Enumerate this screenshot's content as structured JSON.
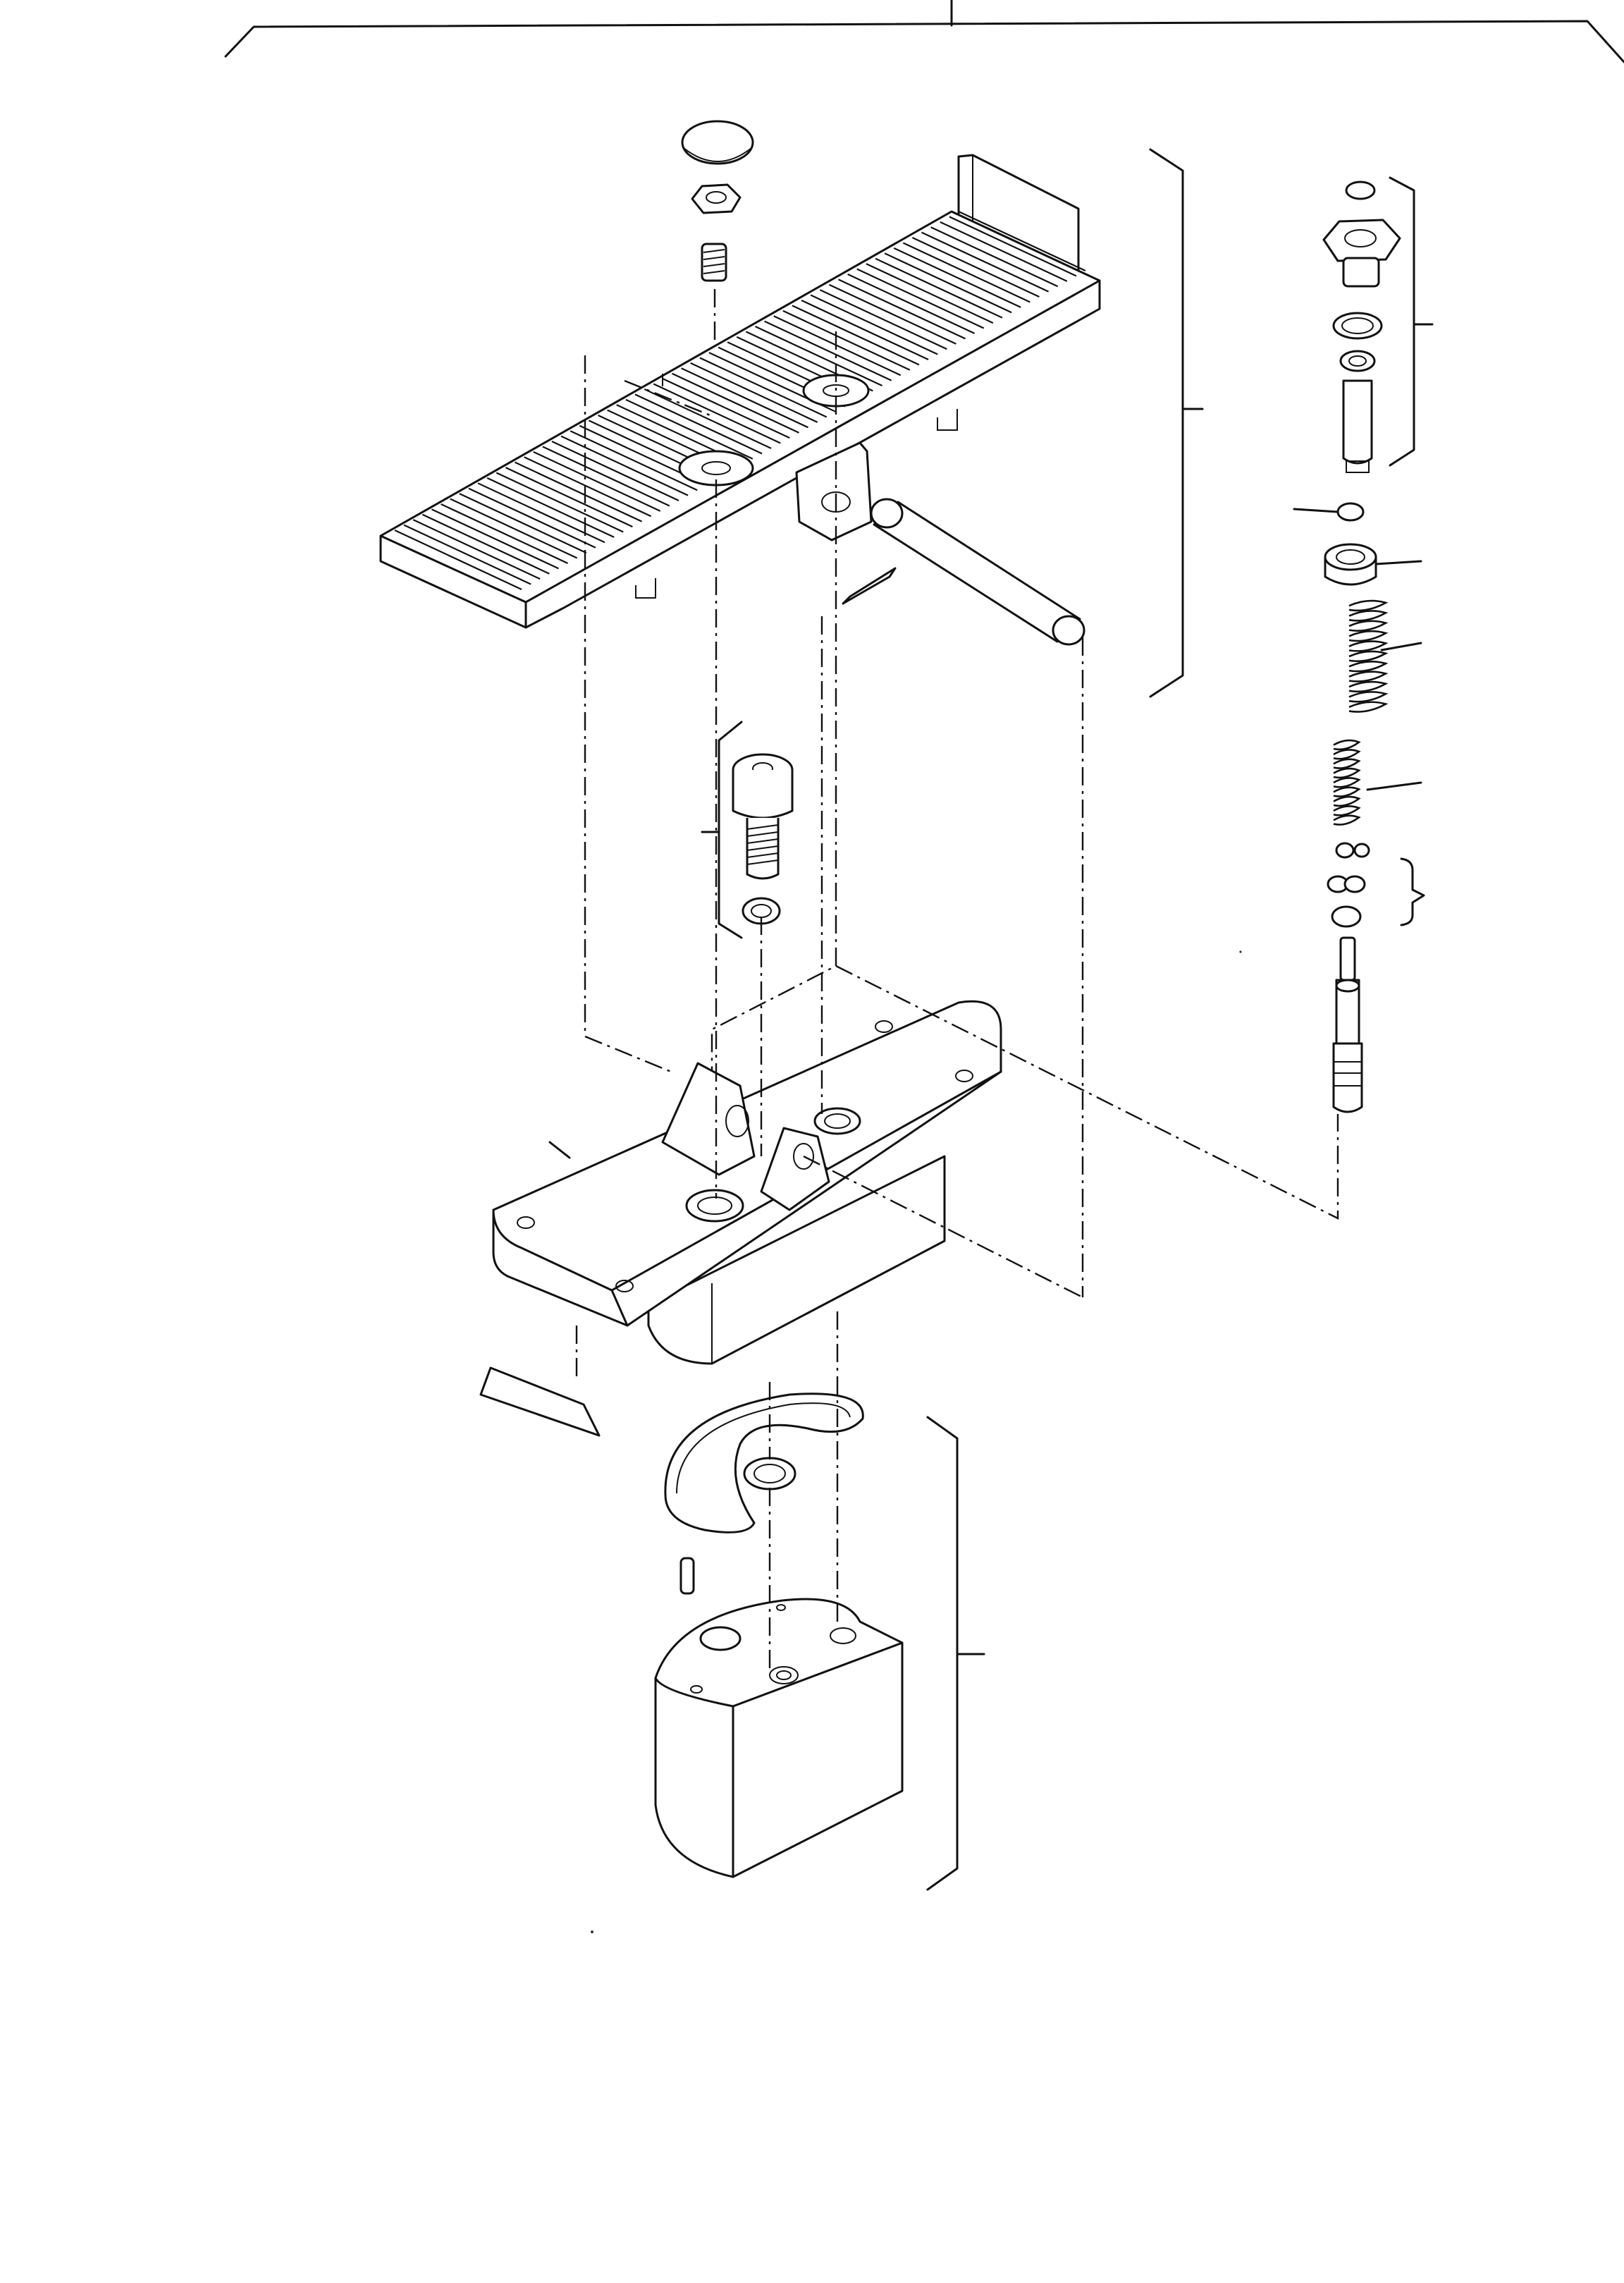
{
  "diagram": {
    "kind": "exploded-parts-view",
    "components": [
      "pedal-cap",
      "lock-nut",
      "set-screw",
      "pedal-plate",
      "pivot-pin",
      "spring-pin",
      "socket-head-bolt",
      "bolt-washer",
      "base-plate",
      "wear-pad",
      "boot-seal",
      "o-ring",
      "dowel-pin",
      "valve-body",
      "plug-nut",
      "seal-rings",
      "retainer",
      "washer",
      "spring-seat",
      "outer-spring",
      "inner-spring",
      "shim-washers",
      "spool"
    ],
    "callout_labels": []
  }
}
